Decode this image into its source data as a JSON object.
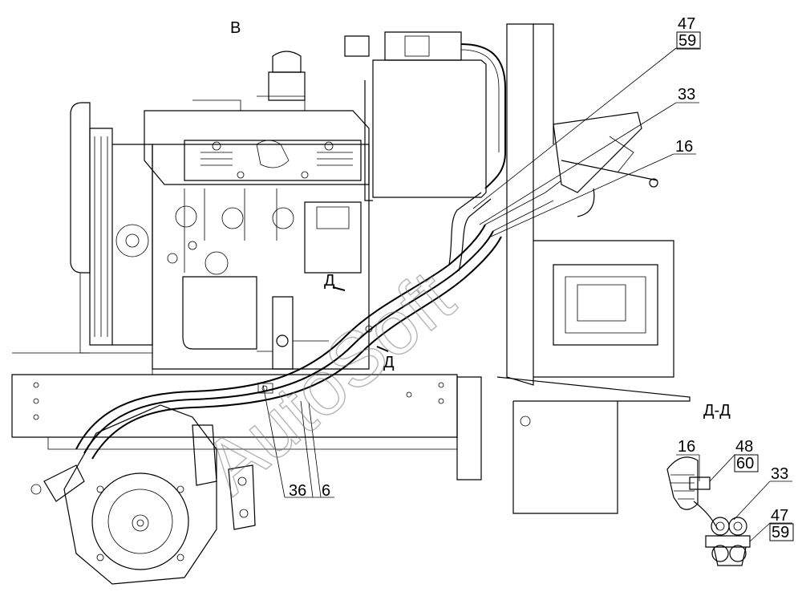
{
  "view_label": "В",
  "section_label": "Д-Д",
  "section_marker": "Д",
  "watermark": "AutoSoft",
  "callouts": {
    "main": [
      {
        "id": "47",
        "boxed": false
      },
      {
        "id": "59",
        "boxed": true
      },
      {
        "id": "33",
        "boxed": false
      },
      {
        "id": "16",
        "boxed": false
      },
      {
        "id": "36",
        "boxed": false
      },
      {
        "id": "6",
        "boxed": false
      }
    ],
    "section": [
      {
        "id": "16",
        "boxed": false
      },
      {
        "id": "48",
        "boxed": false
      },
      {
        "id": "60",
        "boxed": true
      },
      {
        "id": "33",
        "boxed": false
      },
      {
        "id": "47",
        "boxed": false
      },
      {
        "id": "59",
        "boxed": true
      }
    ]
  }
}
